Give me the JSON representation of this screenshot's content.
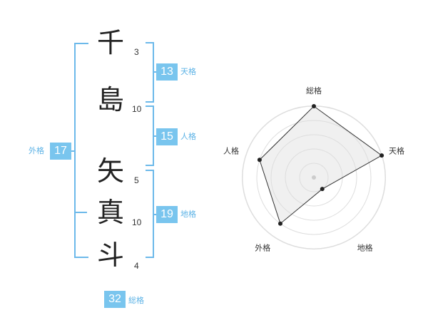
{
  "name": {
    "chars": [
      {
        "char": "千",
        "strokes": "3"
      },
      {
        "char": "島",
        "strokes": "10"
      },
      {
        "char": "矢",
        "strokes": "5"
      },
      {
        "char": "真",
        "strokes": "10"
      },
      {
        "char": "斗",
        "strokes": "4"
      }
    ]
  },
  "fortunes": {
    "tenkaku": {
      "value": "13",
      "label": "天格"
    },
    "jinkaku": {
      "value": "15",
      "label": "人格"
    },
    "chikaku": {
      "value": "19",
      "label": "地格"
    },
    "gaikaku": {
      "value": "17",
      "label": "外格"
    },
    "soukaku": {
      "value": "32",
      "label": "総格"
    }
  },
  "colors": {
    "accent": "#79c5ee",
    "bracket": "#6cb9ea",
    "label": "#5db3e6",
    "radar_fill": "#eeeeee",
    "radar_ring": "#dddddd"
  },
  "chart_data": {
    "type": "radar",
    "axes": [
      "総格",
      "天格",
      "地格",
      "外格",
      "人格"
    ],
    "max": 5,
    "values": [
      5,
      5,
      1,
      4,
      4
    ],
    "grid": true
  }
}
